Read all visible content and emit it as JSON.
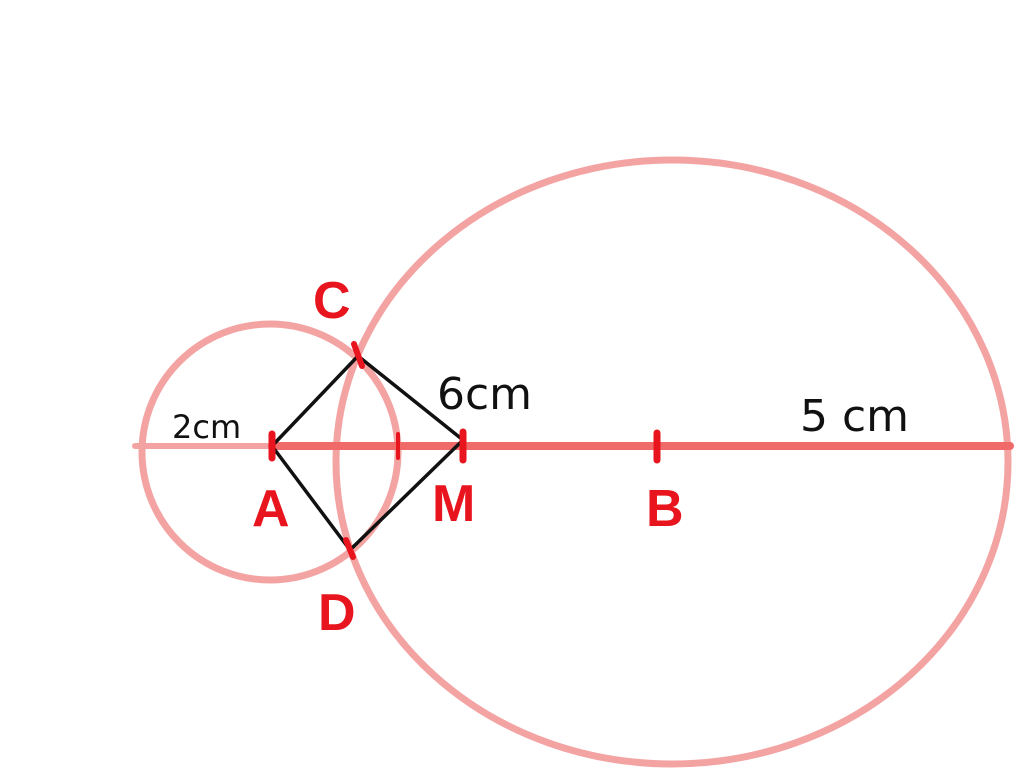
{
  "diagram": {
    "points": {
      "A": "A",
      "B": "B",
      "M": "M",
      "C": "C",
      "D": "D"
    },
    "measurements": {
      "small_radius": "2cm",
      "side_length": "6cm",
      "large_radius": "5 cm"
    }
  },
  "colors": {
    "circle": "#f4a3a3",
    "segment": "#f06a6a",
    "tick": "#e8141e",
    "label": "#e8141e",
    "sides": "#111111"
  }
}
